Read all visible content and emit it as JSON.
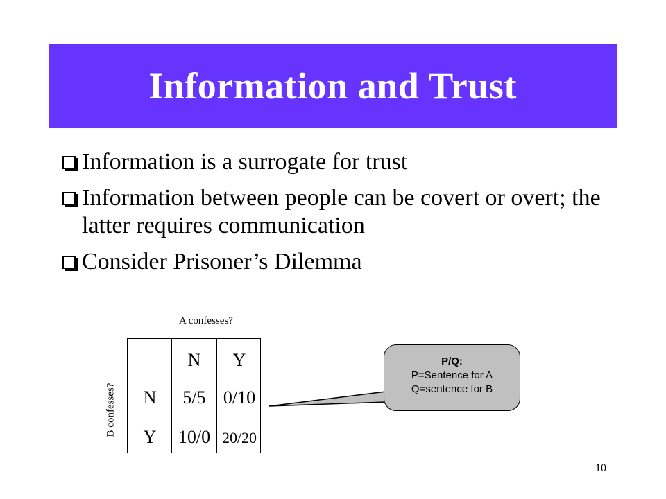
{
  "slide": {
    "title": "Information and Trust",
    "bullets": [
      "Information is a surrogate for trust",
      "Information between people can be covert or overt; the latter requires communication",
      "Consider Prisoner’s Dilemma"
    ],
    "page_number": "10"
  },
  "matrix": {
    "col_axis_label": "A confesses?",
    "row_axis_label": "B confesses?",
    "col_headers": [
      "N",
      "Y"
    ],
    "row_headers": [
      "N",
      "Y"
    ],
    "cells": [
      [
        "5/5",
        "0/10"
      ],
      [
        "10/0",
        "20/20"
      ]
    ]
  },
  "callout": {
    "title": "P/Q:",
    "line1": "P=Sentence for A",
    "line2": "Q=sentence for B"
  },
  "colors": {
    "title_bar": "#6633ff",
    "title_text": "#ffffff",
    "callout_fill": "#c0c0c0"
  }
}
